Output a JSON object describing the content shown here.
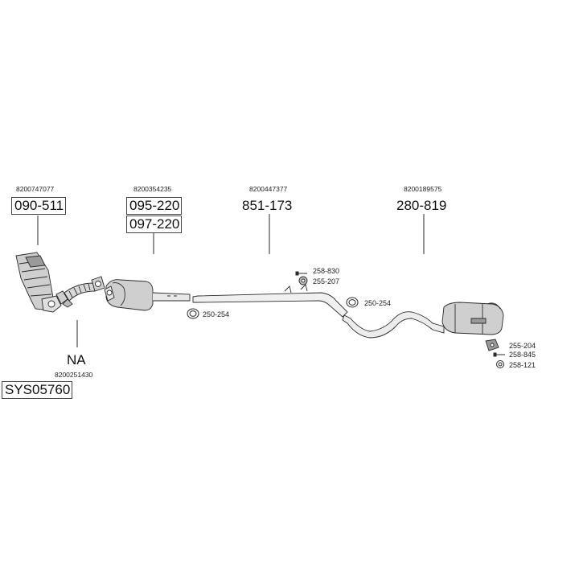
{
  "colors": {
    "ink": "#2b2b2b",
    "part_fill": "#cfcfcf",
    "part_shade": "#9a9a9a",
    "text": "#111111"
  },
  "parts": [
    {
      "oem": "8200747077",
      "number": "090-511",
      "boxed": true
    },
    {
      "oem": "8200354235",
      "number": "095-220",
      "boxed": true
    },
    {
      "number": "097-220",
      "boxed": true
    },
    {
      "oem": "8200447377",
      "number": "851-173",
      "boxed": false
    },
    {
      "oem": "8200189575",
      "number": "280-819",
      "boxed": false
    },
    {
      "oem": "8200251430",
      "number": "NA",
      "boxed": false
    }
  ],
  "accessories": [
    {
      "label": "258-830"
    },
    {
      "label": "255-207"
    },
    {
      "label": "250-254"
    },
    {
      "label": "250-254"
    },
    {
      "label": "255-204"
    },
    {
      "label": "258-845"
    },
    {
      "label": "258-121"
    }
  ],
  "system": {
    "code": "SYS05760"
  }
}
